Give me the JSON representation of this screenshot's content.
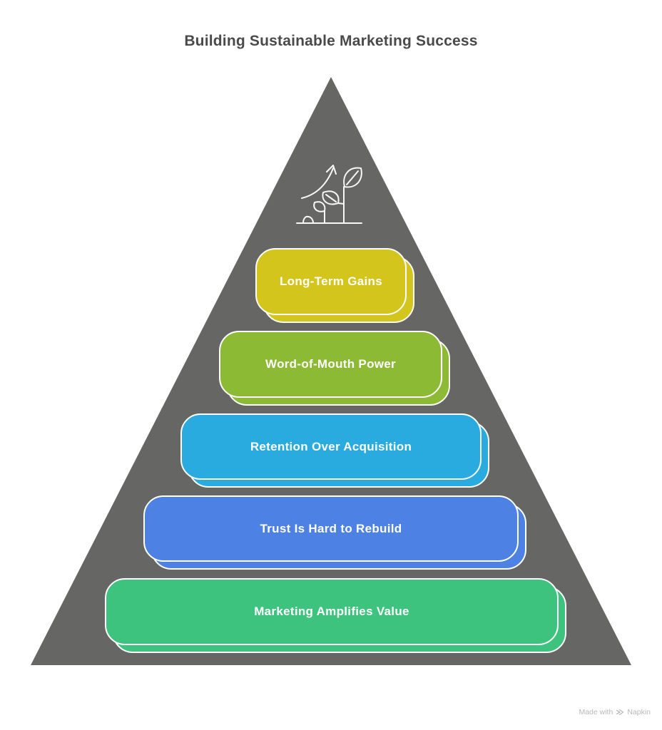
{
  "title": "Building Sustainable Marketing Success",
  "pyramid": {
    "shape": "triangle",
    "color": "#666665",
    "apex_icon": "growth-sprout-arrow-icon",
    "label_color": "#ffffff",
    "levels": [
      {
        "label": "Long-Term Gains",
        "color": "#d4c51d"
      },
      {
        "label": "Word-of-Mouth Power",
        "color": "#8cba35"
      },
      {
        "label": "Retention Over Acquisition",
        "color": "#29abe0"
      },
      {
        "label": "Trust Is Hard to Rebuild",
        "color": "#4d82e4"
      },
      {
        "label": "Marketing Amplifies Value",
        "color": "#3dc37d"
      }
    ]
  },
  "watermark": {
    "prefix": "Made with",
    "brand": "Napkin",
    "icon": "napkin-logo-icon",
    "color": "#b9b9b9"
  }
}
